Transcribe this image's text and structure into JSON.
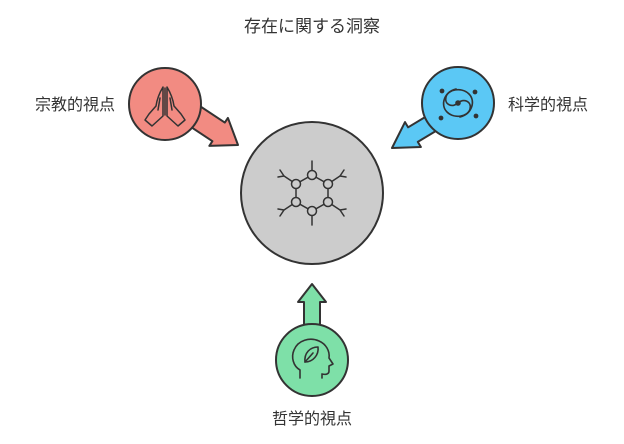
{
  "title": "存在に関する洞察",
  "center": {
    "icon": "molecule-icon",
    "fill": "#cccccc"
  },
  "nodes": {
    "religious": {
      "label": "宗教的視点",
      "icon": "praying-hands-icon",
      "color": "#f28b82"
    },
    "scientific": {
      "label": "科学的視点",
      "icon": "galaxy-icon",
      "color": "#5bc8f5"
    },
    "philosophical": {
      "label": "哲学的視点",
      "icon": "head-leaf-icon",
      "color": "#7ee0a8"
    }
  }
}
